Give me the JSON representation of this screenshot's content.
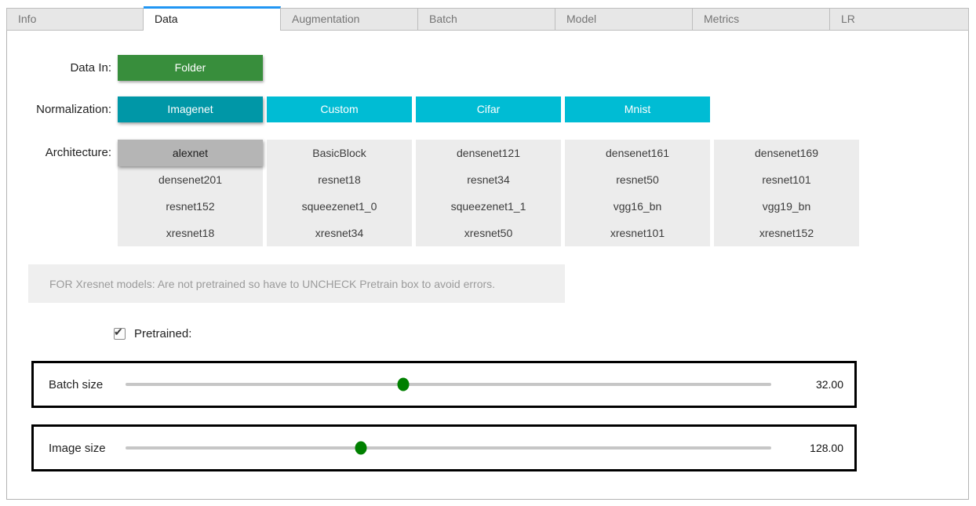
{
  "tabs": [
    {
      "label": "Info"
    },
    {
      "label": "Data"
    },
    {
      "label": "Augmentation"
    },
    {
      "label": "Batch"
    },
    {
      "label": "Model"
    },
    {
      "label": "Metrics"
    },
    {
      "label": "LR"
    }
  ],
  "active_tab": "Data",
  "data_in": {
    "label": "Data In:",
    "selected": "Folder"
  },
  "normalization": {
    "label": "Normalization:",
    "options": [
      "Imagenet",
      "Custom",
      "Cifar",
      "Mnist"
    ],
    "selected": "Imagenet"
  },
  "architecture": {
    "label": "Architecture:",
    "selected": "alexnet",
    "columns": [
      [
        "alexnet",
        "densenet201",
        "resnet152",
        "xresnet18"
      ],
      [
        "BasicBlock",
        "resnet18",
        "squeezenet1_0",
        "xresnet34"
      ],
      [
        "densenet121",
        "resnet34",
        "squeezenet1_1",
        "xresnet50"
      ],
      [
        "densenet161",
        "resnet50",
        "vgg16_bn",
        "xresnet101"
      ],
      [
        "densenet169",
        "resnet101",
        "vgg19_bn",
        "xresnet152"
      ]
    ]
  },
  "note": "FOR Xresnet models: Are not pretrained so have to UNCHECK Pretrain box to avoid errors.",
  "pretrained": {
    "label": "Pretrained:",
    "checked": true
  },
  "sliders": [
    {
      "label": "Batch size",
      "value": "32.00",
      "percent": 43
    },
    {
      "label": "Image size",
      "value": "128.00",
      "percent": 36.4
    }
  ],
  "colors": {
    "active_tab_accent": "#2196f3",
    "folder_button_green": "#388e3c",
    "normalization_cyan": "#00bcd4",
    "normalization_selected_teal": "#0097a7",
    "architecture_selected_gray": "#b5b5b5",
    "slider_handle_green": "#008000"
  }
}
